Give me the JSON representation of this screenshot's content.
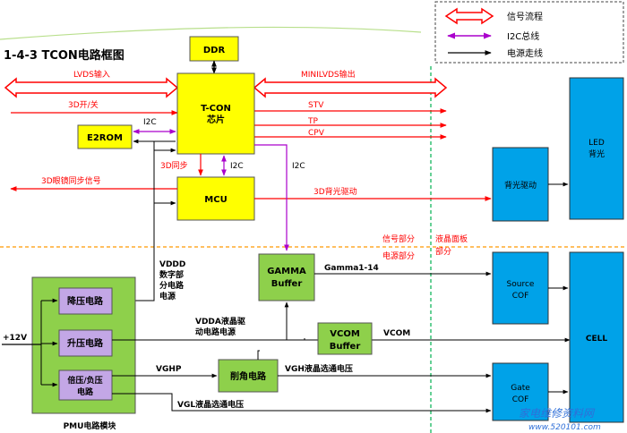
{
  "title": "1-4-3 TCON电路框图",
  "legend": {
    "signal": "信号流程",
    "i2c": "I2C总线",
    "power": "电源走线"
  },
  "blocks": {
    "ddr": "DDR",
    "tcon_line1": "T-CON",
    "tcon_line2": "芯片",
    "e2rom": "E2ROM",
    "mcu": "MCU",
    "gamma_line1": "GAMMA",
    "gamma_line2": "Buffer",
    "vcom_line1": "VCOM",
    "vcom_line2": "Buffer",
    "clip": "削角电路",
    "buck": "降压电路",
    "boost": "升压电路",
    "multi_line1": "倍压/负压",
    "multi_line2": "电路",
    "pmu": "PMU电路模块",
    "backlight_drive": "背光驱动",
    "led_line1": "LED",
    "led_line2": "背光",
    "source_line1": "Source",
    "source_line2": "COF",
    "gate_line1": "Gate",
    "gate_line2": "COF",
    "cell": "CELL"
  },
  "labels": {
    "lvds_in": "LVDS输入",
    "minilvds_out": "MINILVDS输出",
    "switch_3d": "3D开/关",
    "stv": "STV",
    "tp": "TP",
    "cpv": "CPV",
    "i2c_e2rom": "I2C",
    "i2c_mcu": "I2C",
    "i2c_gamma": "I2C",
    "sync_3d": "3D同步",
    "glasses_sync": "3D眼镜同步信号",
    "backlight_3d": "3D背光驱动",
    "vddd_1": "VDDD",
    "vddd_2": "数字部",
    "vddd_3": "分电路",
    "vddd_4": "电源",
    "gamma_out": "Gamma1-14",
    "vdda_1": "VDDA液晶驱",
    "vdda_2": "动电路电源",
    "vcom": "VCOM",
    "v12": "+12V",
    "vghp": "VGHP",
    "vgh": "VGH液晶选通电压",
    "vgl": "VGL液晶选通电压",
    "signal_part": "信号部分",
    "power_part": "电源部分",
    "panel_1": "液晶面板",
    "panel_2": "部分",
    "watermark": "家电维修资料网",
    "watermark_url": "www.520101.com"
  },
  "colors": {
    "signal_red": "#ff0000",
    "i2c_purple": "#aa00cc",
    "tcon_yellow": "#ffff00",
    "green_block": "#8ed04b",
    "violet_block": "#c3a7e6",
    "blue_block": "#00a2e8",
    "divider_orange": "#ff9900",
    "divider_green": "#00b050"
  }
}
